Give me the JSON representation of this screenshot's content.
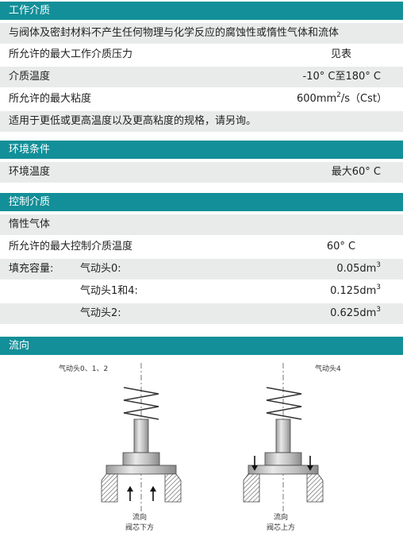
{
  "section_media": {
    "title": "工作介质",
    "compat_note": "与阀体及密封材料不产生任何物理与化学反应的腐蚀性或惰性气体和流体",
    "pressure_label": "所允许的最大工作介质压力",
    "pressure_value": "见表",
    "temp_label": "介质温度",
    "temp_value": "-10° C至180° C",
    "viscosity_label": "所允许的最大粘度",
    "viscosity_value_pre": "600mm",
    "viscosity_value_sup": "2",
    "viscosity_value_post": "/s（Cst）",
    "note": "适用于更低或更高温度以及更高粘度的规格，请另询。"
  },
  "section_env": {
    "title": "环境条件",
    "temp_label": "环境温度",
    "temp_value": "最大60° C"
  },
  "section_control": {
    "title": "控制介质",
    "medium": "惰性气体",
    "max_temp_label": "所允许的最大控制介质温度",
    "max_temp_value": "60° C",
    "fill_label": "填充容量:",
    "heads": [
      {
        "name": "气动头0:",
        "value": "0.05dm",
        "sup": "3"
      },
      {
        "name": "气动头1和4:",
        "value": "0.125dm",
        "sup": "3"
      },
      {
        "name": "气动头2:",
        "value": "0.625dm",
        "sup": "3"
      }
    ]
  },
  "section_flow": {
    "title": "流向",
    "left_caption": "气动头0、1、2",
    "right_caption": "气动头4",
    "left_flow_1": "流向",
    "left_flow_2": "阀芯下方",
    "right_flow_1": "流向",
    "right_flow_2": "阀芯上方"
  }
}
